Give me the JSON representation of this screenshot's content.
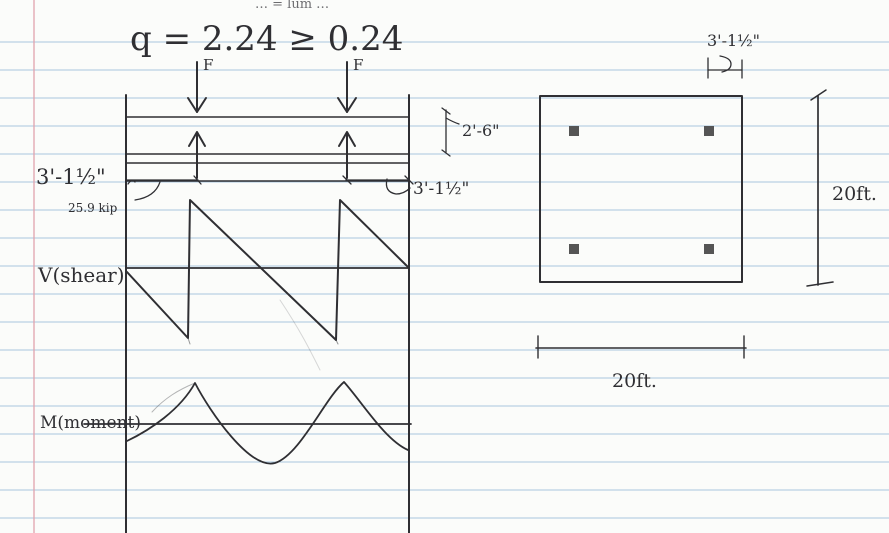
{
  "paper": {
    "rule_color": "#a9c6dd",
    "margin_color": "#e2a3ad",
    "ink_color": "#2f2f33",
    "bar_color": "#555555"
  },
  "equation": {
    "partial_top": "… = lum …",
    "text": "q = 2.24 ≥ 0.24"
  },
  "beam": {
    "load_left": "F",
    "load_right": "F",
    "depth_label": "2'-6\"",
    "edge_left_label": "3'-1½\"",
    "edge_right_label": "3'-1½\"",
    "shear_value_label": "25.9 kip"
  },
  "diagrams": {
    "shear_label": "V(shear)",
    "moment_label": "M(moment)"
  },
  "footing_plan": {
    "edge_distance_label": "3'-1½\"",
    "width_label": "20ft.",
    "length_label": "20ft.",
    "pile_count": 4
  }
}
